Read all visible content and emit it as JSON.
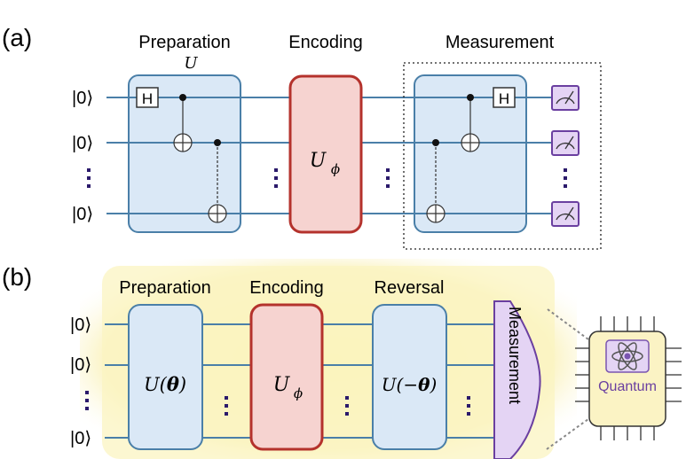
{
  "panel_a": {
    "label": "(a)",
    "headers": {
      "preparation": "Preparation",
      "encoding": "Encoding",
      "measurement": "Measurement"
    },
    "prep_op": "U",
    "encoding_op_base": "U",
    "encoding_op_sub": "ϕ",
    "kets": [
      "|0⟩",
      "|0⟩",
      "|0⟩"
    ],
    "hadamard": "H"
  },
  "panel_b": {
    "label": "(b)",
    "headers": {
      "preparation": "Preparation",
      "encoding": "Encoding",
      "reversal": "Reversal"
    },
    "prep_op": "U(θ)",
    "prep_op_base": "U(",
    "prep_op_arg": "θ",
    "prep_op_close": ")",
    "encoding_op_base": "U",
    "encoding_op_sub": "ϕ",
    "reversal_op_base": "U(−",
    "reversal_op_arg": "θ",
    "reversal_op_close": ")",
    "measurement": "Measurement",
    "chip_label": "Quantum",
    "kets": [
      "|0⟩",
      "|0⟩",
      "|0⟩"
    ]
  },
  "colors": {
    "wire": "#4a7fa8",
    "blue_fill": "#dae8f6",
    "red_fill": "#f6d3d0",
    "red_stroke": "#b4322c",
    "purple_fill": "#e4d4f4",
    "purple_stroke": "#6a3fa0",
    "highlight": "#fbf4c2"
  },
  "icons": [
    "meter-icon",
    "atom-icon",
    "chip-icon"
  ]
}
